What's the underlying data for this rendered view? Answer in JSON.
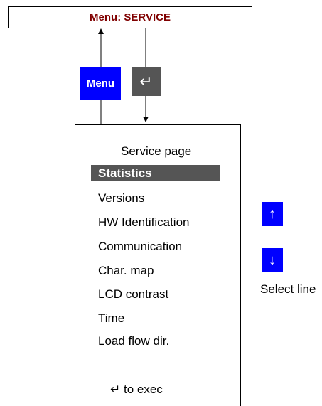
{
  "header": {
    "title": "Menu: SERVICE"
  },
  "keys": {
    "menu_label": "Menu",
    "enter_glyph": "↵",
    "up_glyph": "↑",
    "down_glyph": "↓",
    "select_line": "Select line"
  },
  "panel": {
    "title": "Service page",
    "items": [
      {
        "label": "Statistics",
        "selected": true
      },
      {
        "label": "Versions"
      },
      {
        "label": "HW Identification"
      },
      {
        "label": "Communication"
      },
      {
        "label": "Char. map"
      },
      {
        "label": "LCD contrast"
      },
      {
        "label": "Time"
      },
      {
        "label": "Load flow dir."
      }
    ],
    "footer": "↵  to exec"
  },
  "colors": {
    "header_text": "#800000",
    "menu_button": "#0000ff",
    "enter_button": "#555555",
    "selected_row": "#555555",
    "nav_keys": "#0000ff"
  }
}
